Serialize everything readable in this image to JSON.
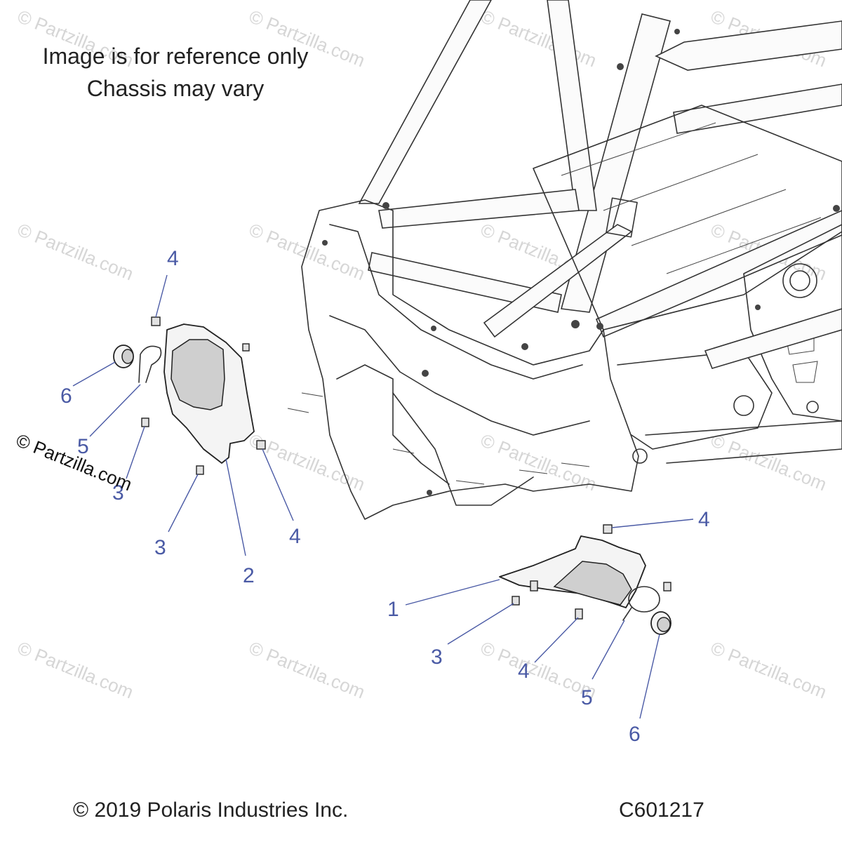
{
  "notes": {
    "line1": "Image is for reference only",
    "line2": "Chassis may vary"
  },
  "watermark": {
    "text": "© Partzilla.com",
    "side_label": "© Partzilla.com"
  },
  "callouts": {
    "left_top_4": "4",
    "left_6": "6",
    "left_5": "5",
    "left_3a": "3",
    "left_3b": "3",
    "left_2": "2",
    "left_4b": "4",
    "right_4a": "4",
    "right_1": "1",
    "right_3": "3",
    "right_4b": "4",
    "right_5": "5",
    "right_6": "6"
  },
  "footer": {
    "copyright": "© 2019 Polaris Industries Inc.",
    "diagram_code": "C601217"
  }
}
